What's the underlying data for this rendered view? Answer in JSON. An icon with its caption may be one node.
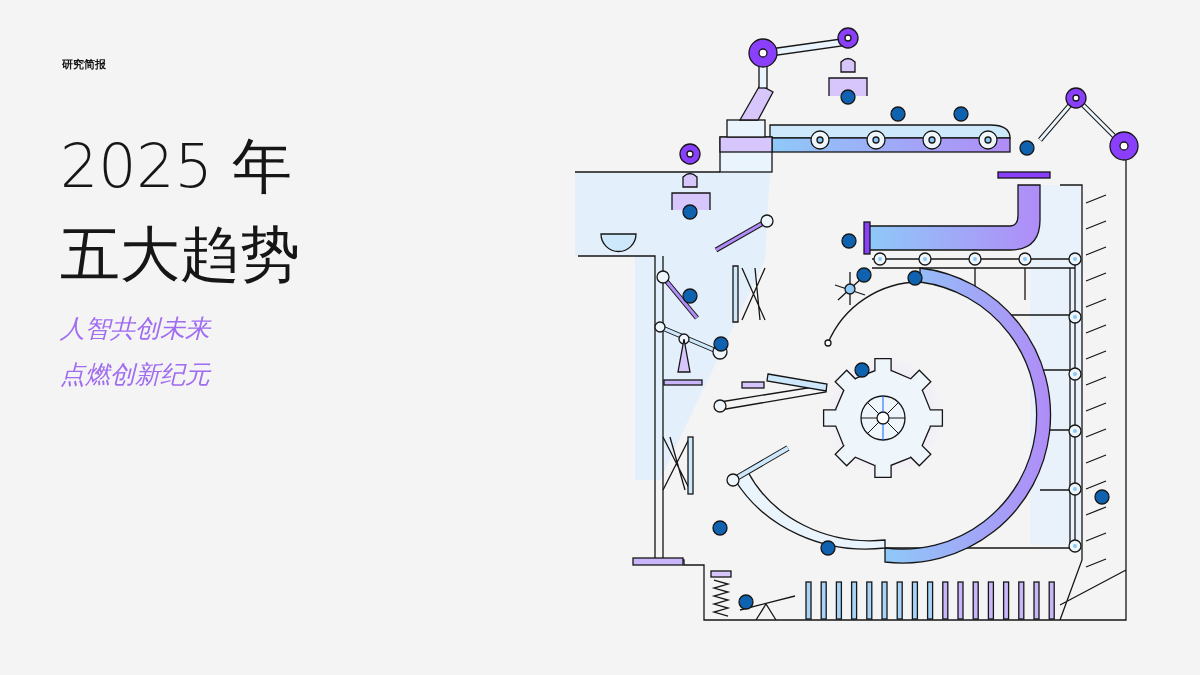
{
  "diagram": {
    "title": "2025 年五大趋势",
    "labels": [
      "研究简报",
      "人智共创未来点燃创新纪元"
    ]
  }
}
